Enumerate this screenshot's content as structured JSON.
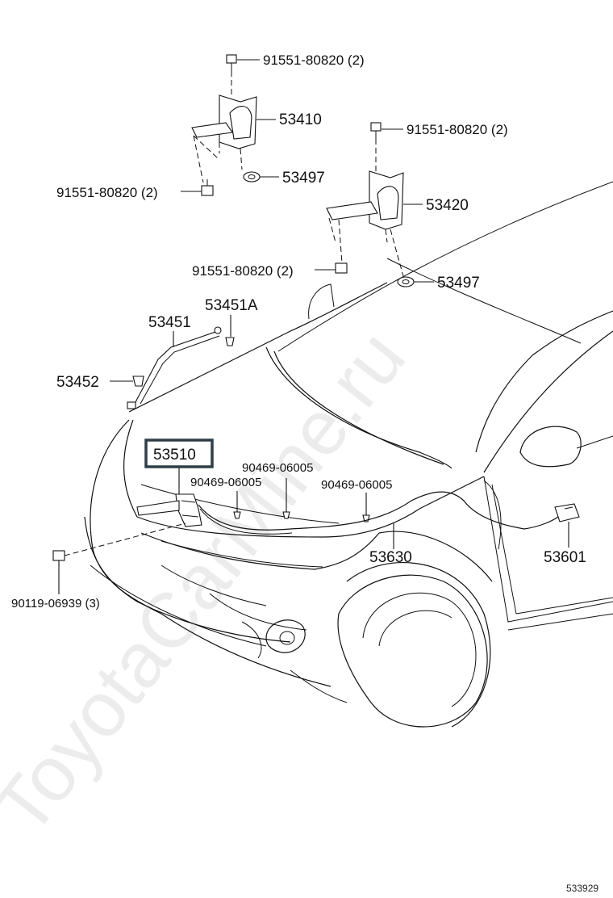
{
  "watermark": "ToyotaCarMine.ru",
  "reference_code": "533929",
  "highlighted_part": "53510",
  "labels": {
    "bolt_top_left": "91551-80820 (2)",
    "hinge_left": "53410",
    "washer_left": "53497",
    "bolt_left_lower": "91551-80820 (2)",
    "bolt_top_right": "91551-80820 (2)",
    "hinge_right": "53420",
    "bolt_right_lower": "91551-80820 (2)",
    "washer_right": "53497",
    "clip_rod": "53451A",
    "support_rod": "53451",
    "rod_holder": "53452",
    "hood_lock": "53510",
    "clip_a": "90469-06005",
    "clip_b": "90469-06005",
    "clip_c": "90469-06005",
    "release_cable": "53630",
    "release_lever": "53601",
    "lock_bolt": "90119-06939 (3)"
  }
}
